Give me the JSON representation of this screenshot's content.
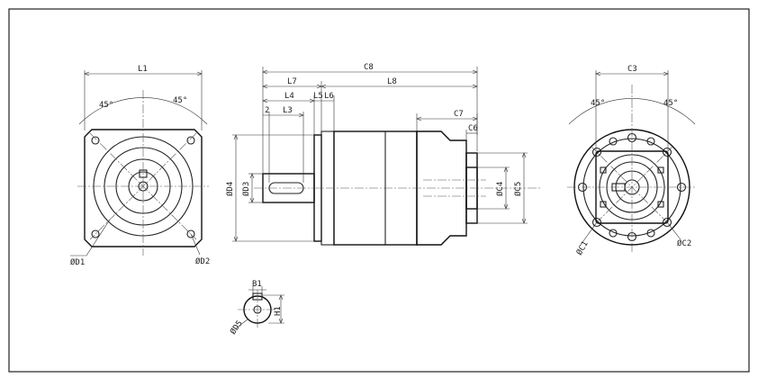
{
  "labels": {
    "front": {
      "L1": "L1",
      "angle_left": "45°",
      "angle_right": "45°",
      "D1": "ØD1",
      "D2": "ØD2"
    },
    "side": {
      "C8": "C8",
      "L7": "L7",
      "L8": "L8",
      "L4": "L4",
      "L5": "L5",
      "L6": "L6",
      "L3": "L3",
      "two": "2",
      "C7": "C7",
      "C6": "C6",
      "D4": "ØD4",
      "D3": "ØD3",
      "C4": "ØC4",
      "C5": "ØC5"
    },
    "rear": {
      "C3": "C3",
      "angle_left": "45°",
      "angle_right": "45°",
      "C1": "ØC1",
      "C2": "ØC2"
    },
    "shaft": {
      "B1": "B1",
      "H1": "H1",
      "D5": "ØD5"
    }
  }
}
